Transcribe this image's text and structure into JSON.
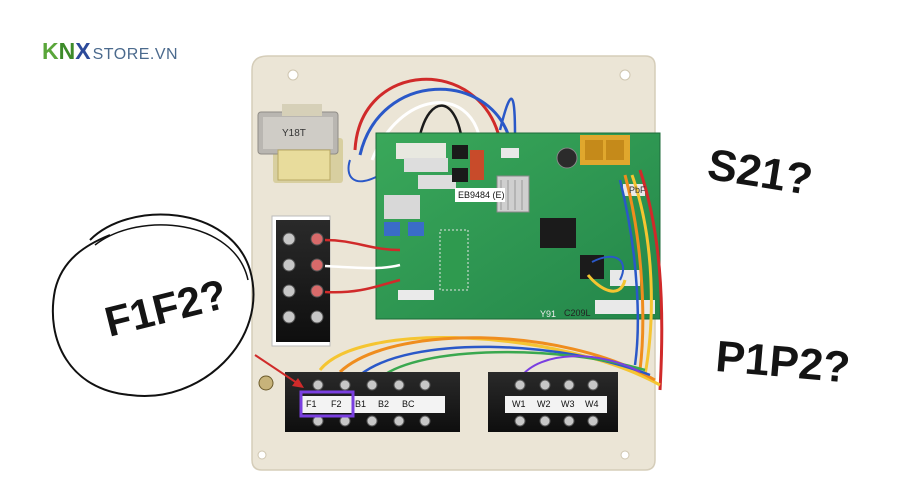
{
  "logo": {
    "k": "K",
    "n": "N",
    "x": "X",
    "store": "STORE.VN"
  },
  "annotations": {
    "s21": "S21?",
    "p1p2": "P1P2?",
    "f1f2": "F1F2?"
  },
  "terminal_left": [
    "F1",
    "F2",
    "B1",
    "B2",
    "BC"
  ],
  "terminal_right": [
    "W1",
    "W2",
    "W3",
    "W4"
  ],
  "pcb": {
    "part_no": "EB9484 (E)",
    "brand": "PbF",
    "code": "C209L",
    "y": "Y91",
    "transformer": "Y18T"
  },
  "colors": {
    "panel": "#e9e3d4",
    "pcb": "#2f9a4f",
    "highlight": "#7a3fe0",
    "logo_green": "#5aa63a",
    "logo_blue": "#2c4a9a"
  }
}
